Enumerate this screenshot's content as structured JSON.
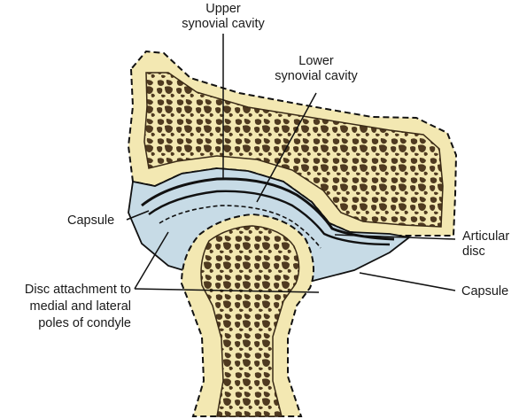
{
  "labels": {
    "upper_synovial_cavity": [
      "Upper",
      "synovial cavity"
    ],
    "lower_synovial_cavity": [
      "Lower",
      "synovial cavity"
    ],
    "capsule_left": "Capsule",
    "articular_disc": [
      "Articular",
      "disc"
    ],
    "disc_attachment": [
      "Disc attachment to",
      "medial and lateral",
      "poles of condyle"
    ],
    "capsule_right": "Capsule"
  },
  "colors": {
    "bone_cortex": "#f3e8b2",
    "bone_marrow": "#5b4326",
    "disc": "#c7dbe6",
    "cavity_line": "#111111",
    "leader_line": "#111111"
  }
}
